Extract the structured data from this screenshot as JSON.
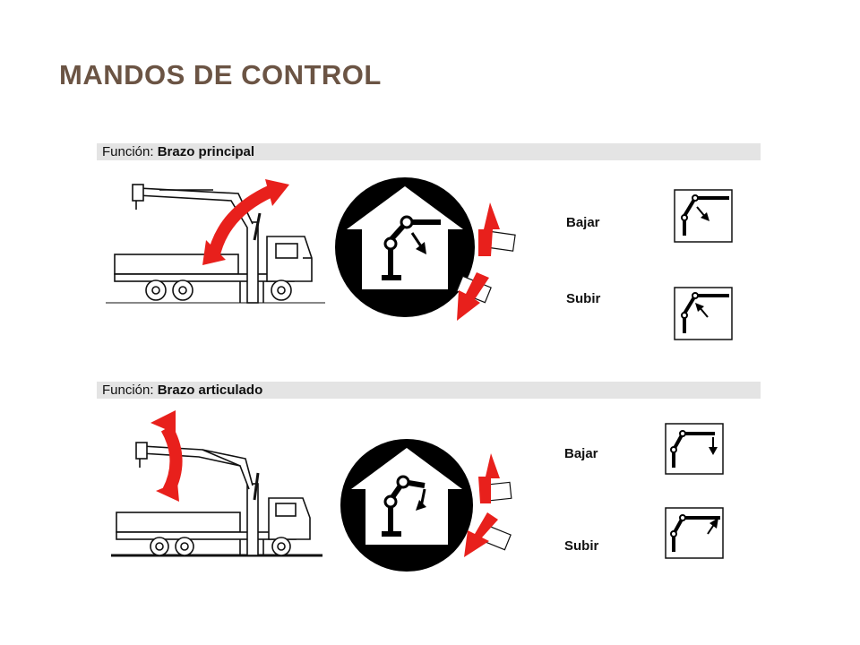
{
  "slide": {
    "title": "MANDOS DE CONTROL"
  },
  "sections": [
    {
      "prefix": "Función:",
      "name": "Brazo principal",
      "actions": [
        "Bajar",
        "Subir"
      ]
    },
    {
      "prefix": "Función:",
      "name": "Brazo articulado",
      "actions": [
        "Bajar",
        "Subir"
      ]
    }
  ],
  "colors": {
    "title": "#6b5444",
    "arrow": "#e8201c",
    "bar": "#e4e4e4"
  },
  "icons": [
    "crane-truck-icon",
    "house-lever-icon",
    "control-symbol-icon",
    "red-curved-arrow-icon"
  ]
}
